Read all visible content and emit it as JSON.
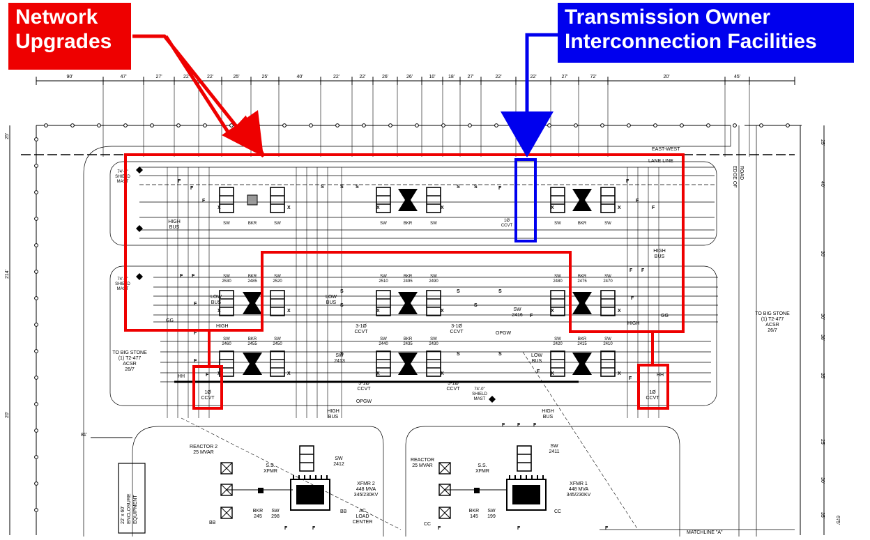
{
  "callouts": {
    "network_upgrades": [
      "Network",
      "Upgrades"
    ],
    "transmission_owner": [
      "Transmission Owner",
      "Interconnection Facilities"
    ]
  },
  "colors": {
    "network_upgrades": "#ee0000",
    "transmission_owner": "#0000ee",
    "drawing_line": "#000000"
  },
  "top_dimensions": [
    "90'",
    "47'",
    "27'",
    "22'",
    "22'",
    "25'",
    "25'",
    "40'",
    "22'",
    "22'",
    "26'",
    "26'",
    "10'",
    "18'",
    "27'",
    "22'",
    "22'",
    "27'",
    "72'",
    "20'",
    "45'"
  ],
  "left_dimensions": [
    "25'",
    "214'",
    "20'"
  ],
  "right_dimensions": [
    "25'",
    "40'",
    "30'",
    "30'",
    "38'",
    "35'",
    "25'",
    "30'",
    "35'",
    "675'"
  ],
  "equipment_top_row": [
    {
      "type": "SW",
      "label": "SW"
    },
    {
      "type": "BKR",
      "label": "BKR"
    },
    {
      "type": "SW",
      "label": "SW"
    },
    {
      "type": "SW",
      "label": "SW"
    },
    {
      "type": "BKR",
      "label": "BKR"
    },
    {
      "type": "SW",
      "label": "SW"
    },
    {
      "type": "SW",
      "label": "SW"
    },
    {
      "type": "BKR",
      "label": "BKR"
    },
    {
      "type": "SW",
      "label": "SW"
    }
  ],
  "equipment_middle_row": [
    "SW 2530",
    "BKR 2485",
    "SW 2520",
    "SW 2510",
    "BKR 2495",
    "SW 2490",
    "SW 2480",
    "BKR 2475",
    "SW 2470"
  ],
  "equipment_lower_row": [
    "SW 2460",
    "BKR 2455",
    "SW 2450",
    "SW 2440",
    "BKR 2435",
    "SW 2430",
    "SW 2420",
    "BKR 2415",
    "SW 2410"
  ],
  "labels": {
    "east_west": "EAST-WEST",
    "lane_line": "LANE LINE",
    "shield_mast_1": [
      "74'-0\"",
      "SHIELD",
      "MAST"
    ],
    "shield_mast_2": [
      "74'-0\"",
      "SHIELD",
      "MAST"
    ],
    "shield_mast_3": [
      "74'-0\"",
      "SHIELD",
      "MAST"
    ],
    "low_bus": [
      "LOW",
      "BUS"
    ],
    "high_bus": [
      "HIGH",
      "BUS"
    ],
    "high": "HIGH",
    "ccvt_3_1ph": [
      "3-1Ø",
      "CCVT"
    ],
    "ccvt_1ph": [
      "1Ø",
      "CCVT"
    ],
    "opgw": "OPGW",
    "sw_2416": [
      "SW",
      "2416"
    ],
    "sw_2412": [
      "SW",
      "2412"
    ],
    "sw_2411": [
      "SW",
      "2411"
    ],
    "sw_2413": [
      "SW",
      "2413"
    ],
    "to_big_stone_left": [
      "TO BIG STONE",
      "(1) T2-477",
      "ACSR",
      "26/7"
    ],
    "to_big_stone_right": [
      "TO BIG STONE",
      "(1) T2-477",
      "ACSR",
      "26/7"
    ],
    "reactor_2": [
      "REACTOR 2",
      "25 MVAR"
    ],
    "reactor_1": [
      "REACTOR",
      "25 MVAR"
    ],
    "xfmr_2": [
      "XFMR 2",
      "448 MVA",
      "345/230KV"
    ],
    "xfmr_1": [
      "XFMR 1",
      "448 MVA",
      "345/230KV"
    ],
    "ss_xfmr": [
      "S.S.",
      "XFMR"
    ],
    "bkr_245": [
      "BKR",
      "245"
    ],
    "sw_298": [
      "SW",
      "298"
    ],
    "bkr_145": [
      "BKR",
      "145"
    ],
    "sw_199": [
      "SW",
      "199"
    ],
    "ac_load_center": [
      "AC",
      "LOAD",
      "CENTER"
    ],
    "equipment_enclosure": [
      "EQUIPMENT",
      "ENCLOSURE",
      "22' x 60'"
    ],
    "matchline": "MATCHLINE \"A\"",
    "edge_of_road": [
      "EDGE OF",
      "ROAD"
    ],
    "dim_81": "81'",
    "bb": "BB",
    "cc": "CC",
    "gg": "GG",
    "hh": "HH"
  }
}
